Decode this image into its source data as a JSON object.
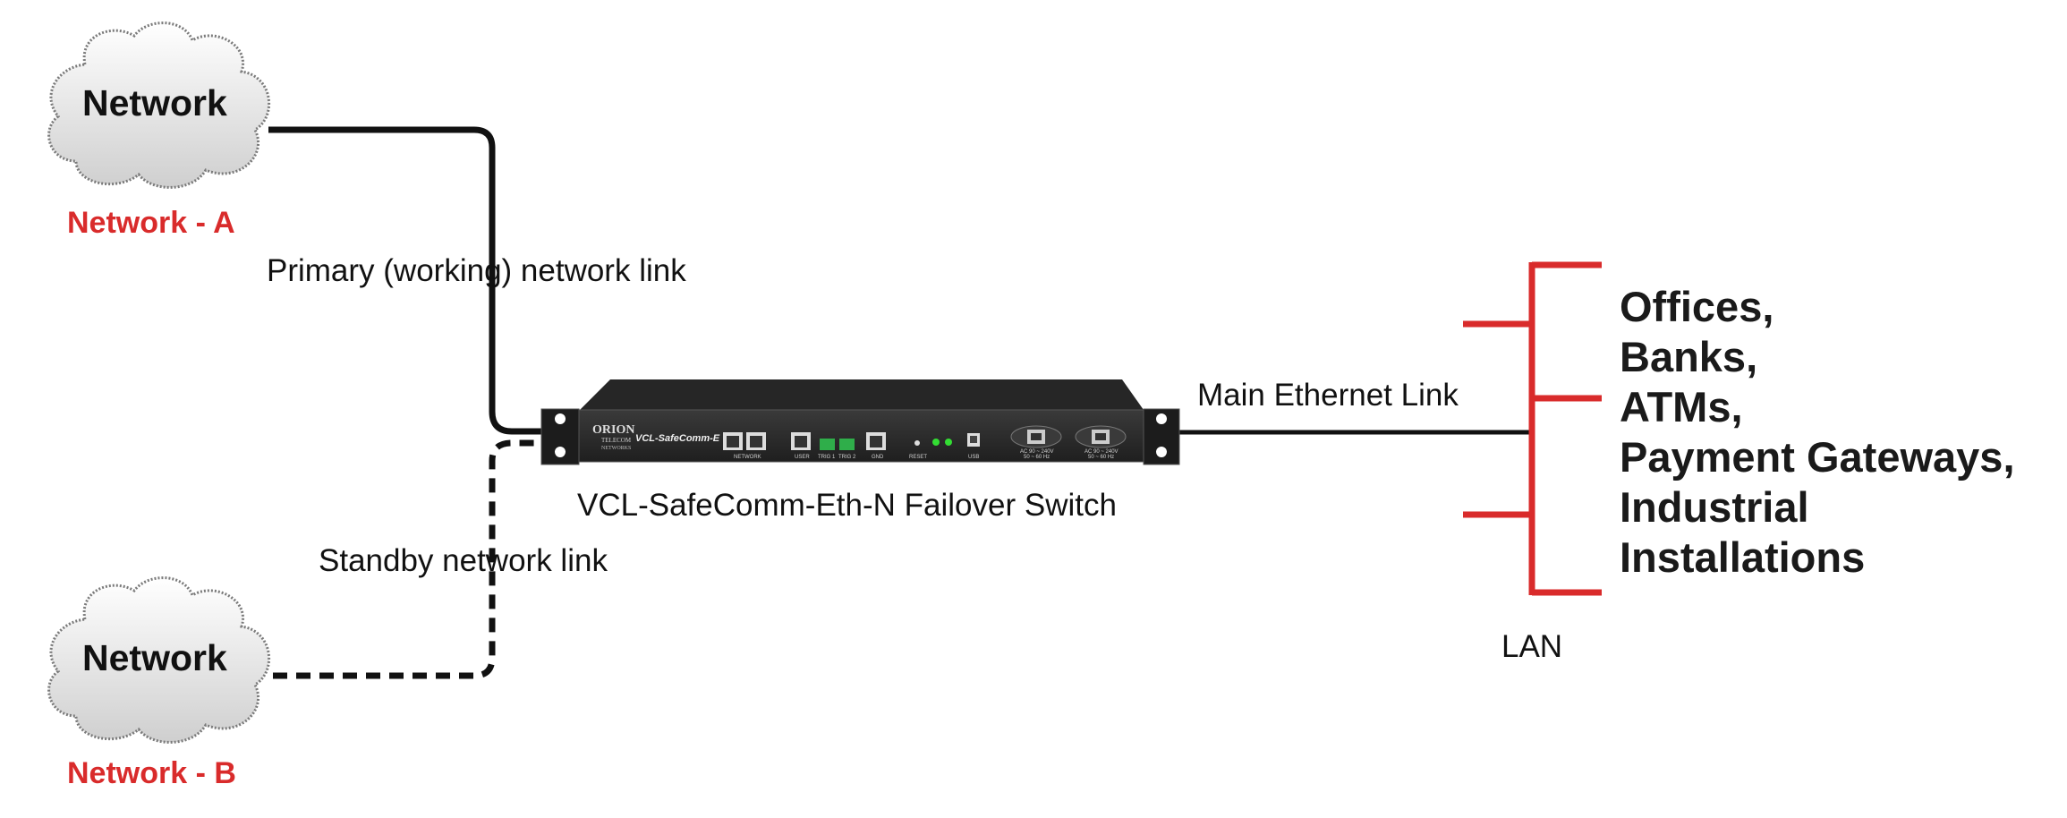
{
  "network_a": {
    "cloud_text": "Network",
    "label": "Network - A",
    "link_label": "Primary (working) network link"
  },
  "network_b": {
    "cloud_text": "Network",
    "label": "Network - B",
    "link_label": "Standby network link"
  },
  "device": {
    "caption": "VCL-SafeComm-Eth-N Failover Switch",
    "brand_line1": "ORION",
    "brand_line2": "TELECOM",
    "brand_line3": "NETWORKS",
    "model": "VCL-SafeComm-E",
    "port_labels": {
      "network": "NETWORK",
      "user": "USER",
      "trig1": "TRIG 1",
      "trig2": "TRIG 2",
      "gnd": "GND",
      "reset": "RESET",
      "usb": "USB",
      "power1": "AC 90 ~ 240V",
      "power1b": "50 ~ 60 Hz",
      "power2": "AC 90 ~ 240V",
      "power2b": "50 ~ 60 Hz"
    }
  },
  "ethernet": {
    "link_label": "Main Ethernet Link"
  },
  "lan": {
    "label": "LAN",
    "destinations": [
      "Offices,",
      "Banks,",
      "ATMs,",
      "Payment Gateways,",
      "Industrial",
      "Installations"
    ]
  },
  "colors": {
    "accent_red": "#d92b2b",
    "line_black": "#111111",
    "device_body": "#2b2b2b"
  }
}
